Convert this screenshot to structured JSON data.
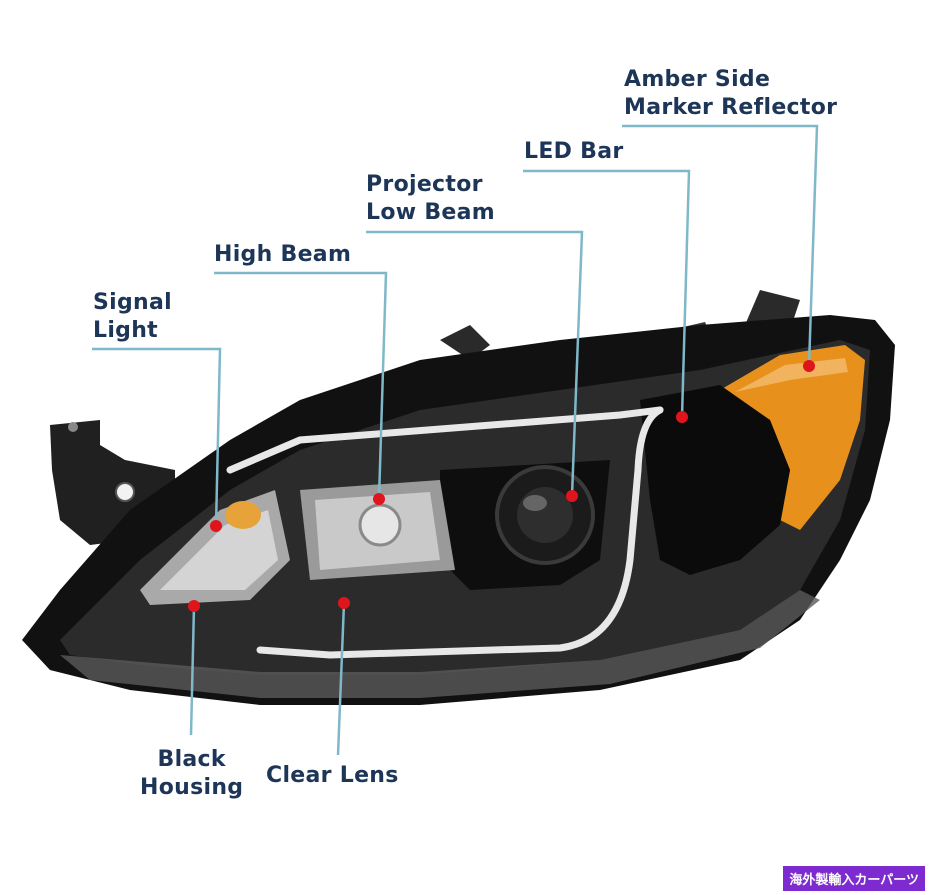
{
  "labels": {
    "amber_side_marker": [
      "Amber Side",
      "Marker Reflector"
    ],
    "led_bar": [
      "LED Bar"
    ],
    "projector_low_beam": [
      "Projector",
      "Low Beam"
    ],
    "high_beam": [
      "High Beam"
    ],
    "signal_light": [
      "Signal",
      "Light"
    ],
    "black_housing": [
      "Black",
      "Housing"
    ],
    "clear_lens": [
      "Clear Lens"
    ]
  },
  "watermark": "海外製輸入カーパーツ",
  "colors": {
    "label_text": "#1d3557",
    "leader_line": "#7fb8c9",
    "marker_dot": "#e0151c",
    "amber": "#e8901c",
    "housing": "#1a1a1a",
    "watermark_bg": "#7d2bd0"
  }
}
